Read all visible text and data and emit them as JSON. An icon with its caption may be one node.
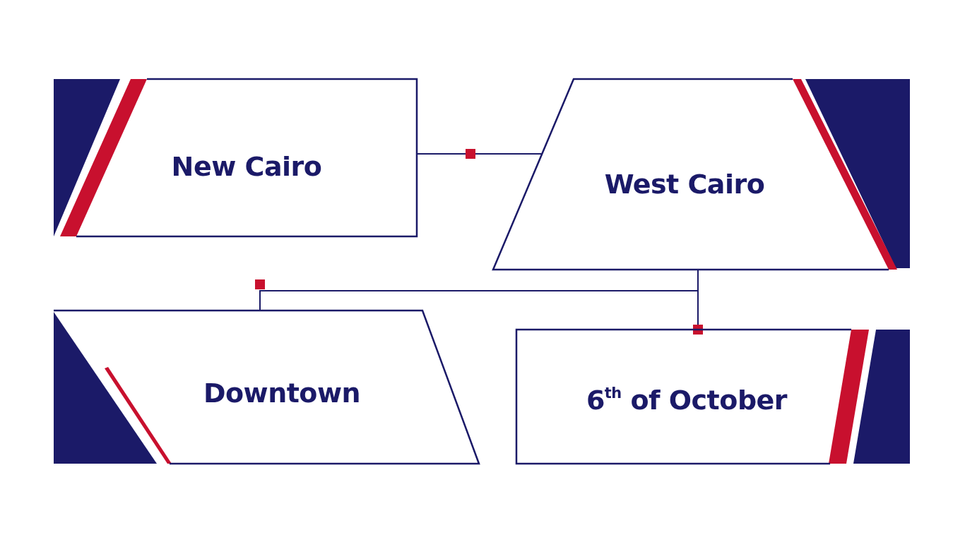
{
  "diagram": {
    "nodes": [
      {
        "text": [
          "New Cairo"
        ]
      },
      {
        "text": [
          "West Cairo"
        ]
      },
      {
        "text": [
          "Downtown"
        ]
      },
      {
        "text": [
          "6$^{th}$ of October"
        ]
      }
    ],
    "edges": [
      {
        "from": 0,
        "to": 1,
        "arrow": "none"
      },
      {
        "from": 1,
        "to": 2,
        "arrow": "none"
      },
      {
        "from": 1,
        "to": 3,
        "arrow": "other"
      }
    ]
  }
}
